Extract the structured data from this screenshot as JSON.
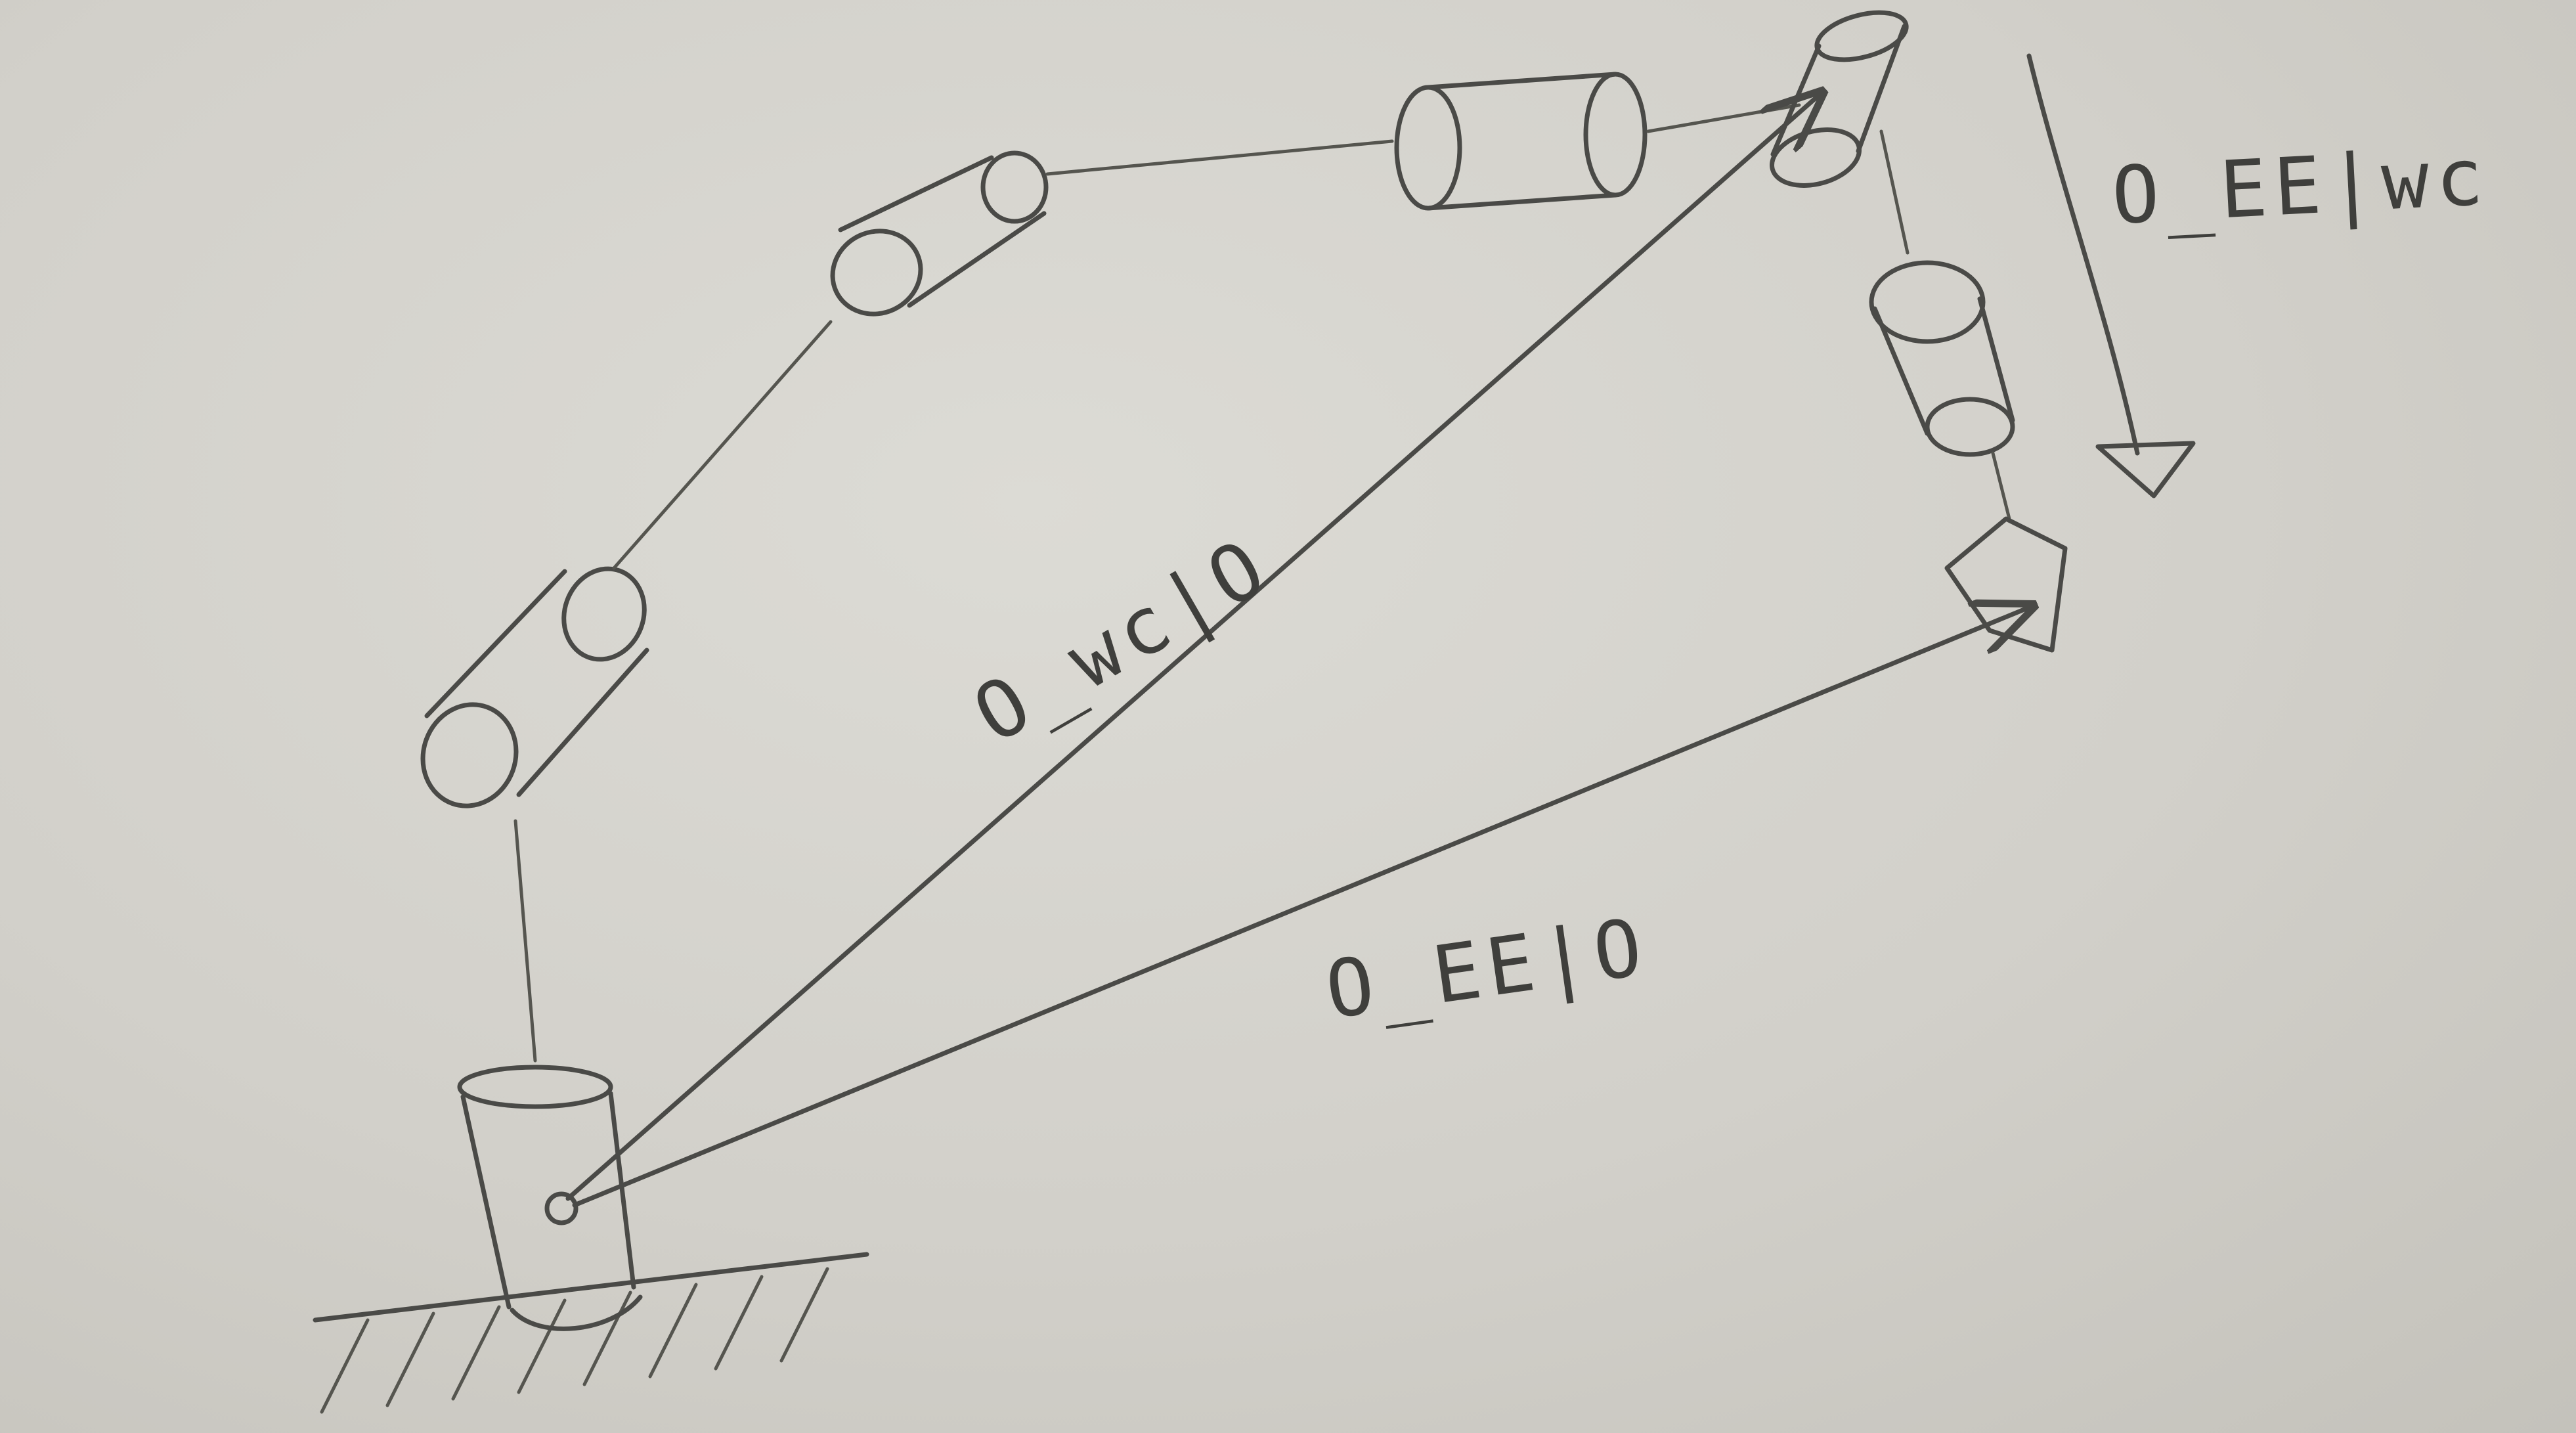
{
  "labels": {
    "wc_vector": "O_wc|O",
    "ee_vector": "O_EE|O",
    "ee_wc_vector": "O_EE|wc"
  },
  "colors": {
    "paper": "#d2d0ca",
    "pencil": "#4a4a47"
  }
}
